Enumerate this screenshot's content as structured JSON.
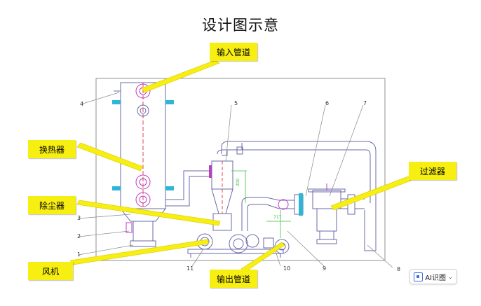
{
  "title": "设计图示意",
  "callouts": {
    "inlet": "输入管道",
    "exchanger": "换热器",
    "dust": "除尘器",
    "fan": "风机",
    "outlet": "输出管道",
    "filter": "过滤器"
  },
  "part_numbers": [
    "1",
    "2",
    "3",
    "4",
    "5",
    "6",
    "7",
    "8",
    "9",
    "10",
    "11"
  ],
  "dim_text": {
    "d1": "200",
    "d2": "717"
  },
  "ai_button": {
    "label": "AI识图"
  },
  "colors": {
    "callout": "#f7ee12",
    "pipe": "#6a6aa8",
    "magenta": "#c23bc2",
    "flange": "#2fb6d6",
    "dim": "#3fbf3f"
  }
}
